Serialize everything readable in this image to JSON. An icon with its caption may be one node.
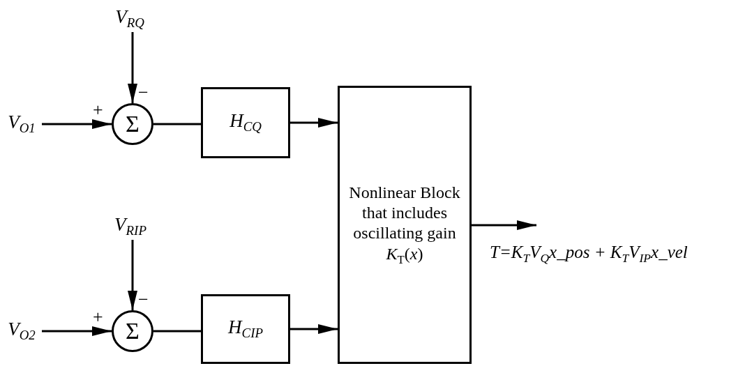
{
  "diagram": {
    "nodes": [
      {
        "text": [
          "V$_{RQ}$"
        ]
      },
      {
        "text": [
          "V$_{O1}$"
        ]
      },
      {
        "text": [
          "Σ"
        ]
      },
      {
        "text": [
          "H$_{CQ}$"
        ]
      },
      {
        "text": [
          "V$_{RIP}$"
        ]
      },
      {
        "text": [
          "V$_{O2}$"
        ]
      },
      {
        "text": [
          "Σ"
        ]
      },
      {
        "text": [
          "H$_{CIP}$"
        ]
      },
      {
        "text": [
          "Nonlinear Block that includes oscillating gain *K*$_{T}$(*x*)"
        ]
      }
    ],
    "edges": [
      {
        "from": 0,
        "to": 2,
        "arrow": "to"
      },
      {
        "from": 1,
        "to": 2,
        "arrow": "to"
      },
      {
        "from": 2,
        "to": 3,
        "arrow": "none"
      },
      {
        "from": 3,
        "to": 8,
        "arrow": "to"
      },
      {
        "from": 4,
        "to": 6,
        "arrow": "to"
      },
      {
        "from": 5,
        "to": 6,
        "arrow": "to"
      },
      {
        "from": 6,
        "to": 7,
        "arrow": "none"
      },
      {
        "from": 7,
        "to": 8,
        "arrow": "to"
      },
      {
        "from": 8,
        "to": null,
        "arrow": "to",
        "label": "T=K$_{T}$V$_{Q}$x_pos + K$_{T}$V$_{IP}$x_vel"
      }
    ],
    "labels": [
      "+",
      "−",
      "+",
      "−"
    ]
  }
}
